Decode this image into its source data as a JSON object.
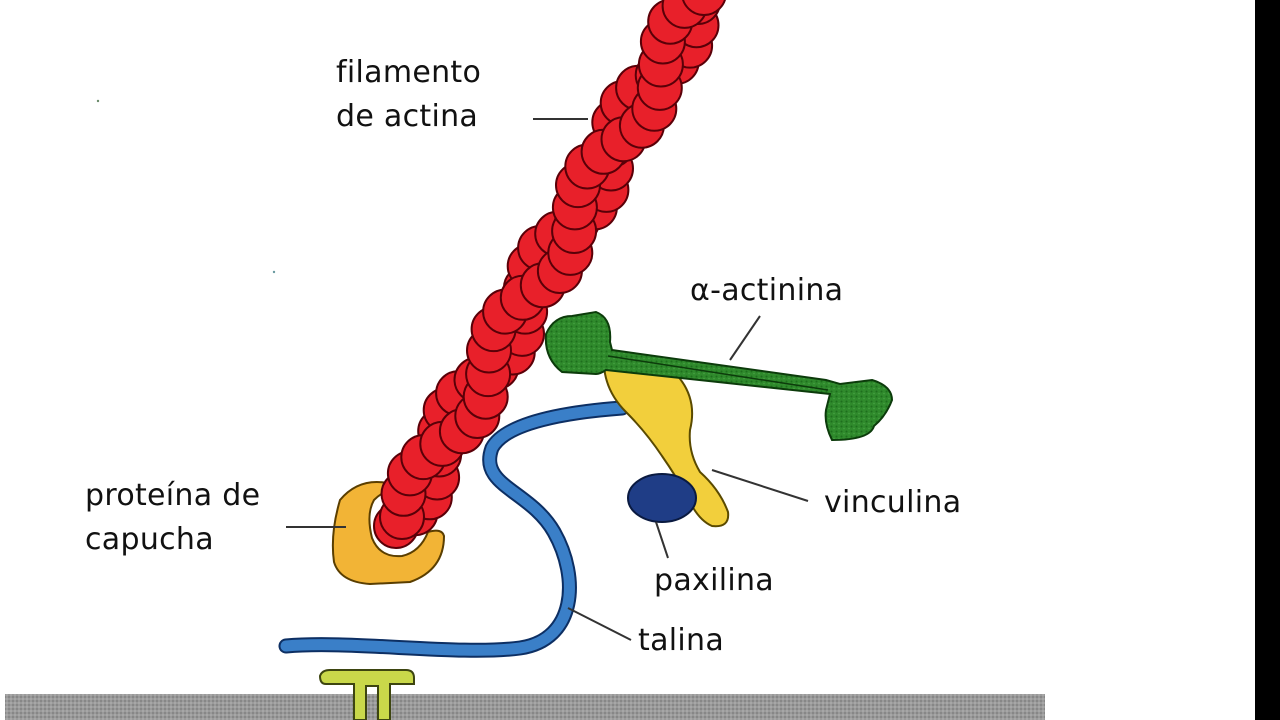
{
  "labels": {
    "actin_line1": "filamento",
    "actin_line2": "de actina",
    "alpha_actinin": "α-actinina",
    "vinculin": "vinculina",
    "capping_line1": "proteína de",
    "capping_line2": "capucha",
    "paxillin": "paxilina",
    "talin": "talina"
  },
  "colors": {
    "actin": "#e8202a",
    "actin_outline": "#5a0008",
    "alpha_actinin": "#2f8a2c",
    "vinculin": "#f2cf3c",
    "talin": "#3a7fc8",
    "paxillin": "#1f3d86",
    "capping_protein": "#f2b436",
    "integrin": "#c9d84a",
    "membrane": "#8e8e8e",
    "background": "#ffffff"
  }
}
